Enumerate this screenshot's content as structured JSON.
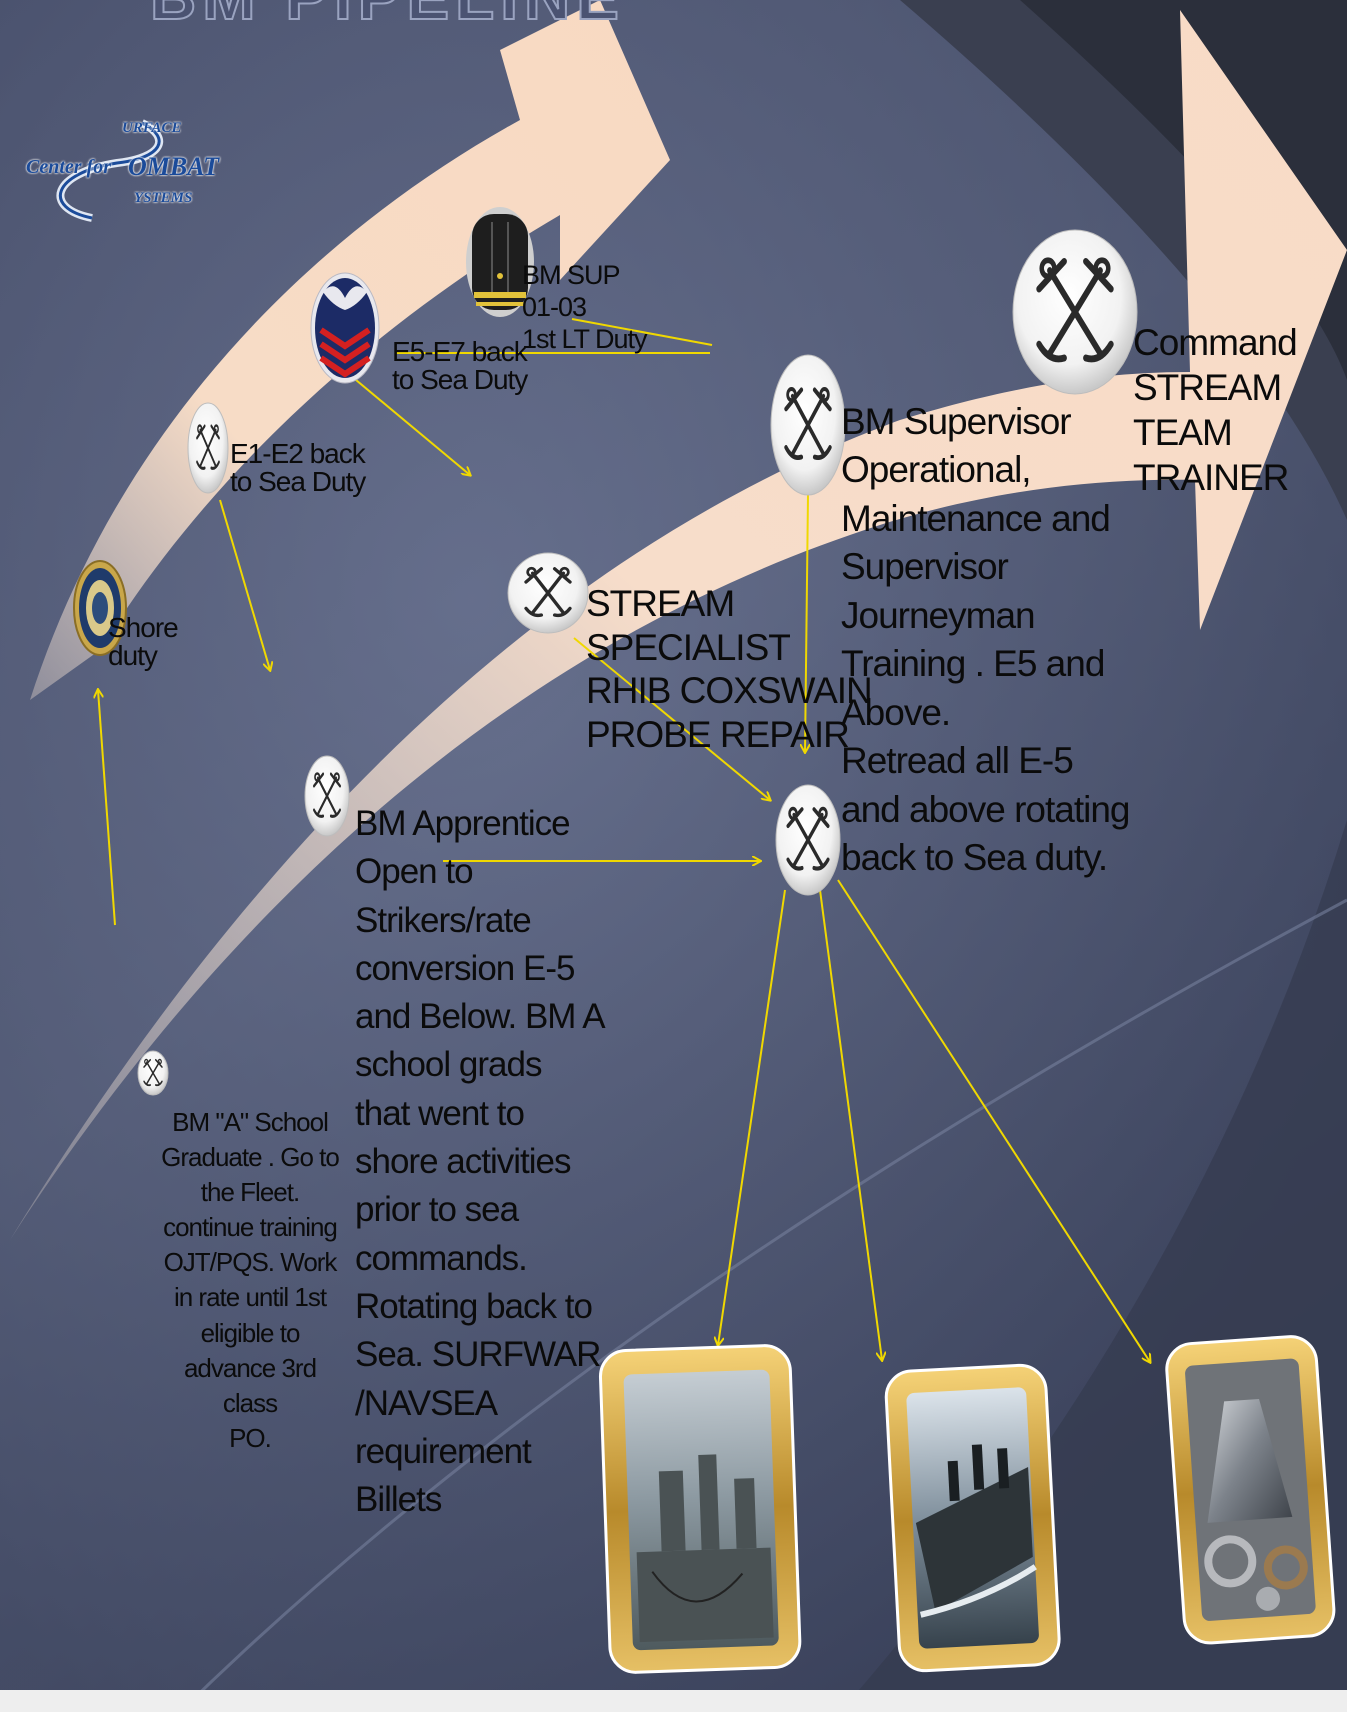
{
  "title_fragment": "BM PIPELINE",
  "logo": {
    "line1": "URFACE",
    "line2_prefix": "Center for",
    "line2_main": "OMBAT",
    "line3": "YSTEMS"
  },
  "nodes": {
    "shore_duty": "Shore\nduty",
    "e1_e2": "E1-E2 back\nto Sea Duty",
    "e5_e7": "E5-E7 back\nto Sea Duty",
    "bm_sup": "BM SUP\n01-03\n1st LT Duty",
    "command": "Command\nSTREAM TEAM\nTRAINER",
    "bm_supervisor": "BM Supervisor\nOperational,\nMaintenance and\nSupervisor\nJourneyman\nTraining . E5 and\nAbove.\nRetread all E-5\nand above rotating\nback to Sea duty.",
    "stream_specialist": "STREAM\nSPECIALIST\nRHIB COXSWAIN\nPROBE REPAIR",
    "bm_apprentice": "BM Apprentice\nOpen to\nStrikers/rate\nconversion E-5\nand Below. BM A\nschool grads\nthat went to\nshore activities\nprior to sea\ncommands.\nRotating back to\nSea. SURFWAR\n/NAVSEA\nrequirement\nBillets",
    "a_school": "BM \"A\" School\nGraduate . Go to\nthe Fleet.\ncontinue training\nOJT/PQS. Work\nin rate  until 1st\neligible to\nadvance 3rd class\nPO."
  },
  "photos": [
    "ships-photo",
    "rhib-boat-photo",
    "machine-parts-photo"
  ],
  "colors": {
    "arrow": "#f7dcc6",
    "connector": "#f0d800",
    "background": "#4a5270",
    "frame": "#c9a23c"
  }
}
